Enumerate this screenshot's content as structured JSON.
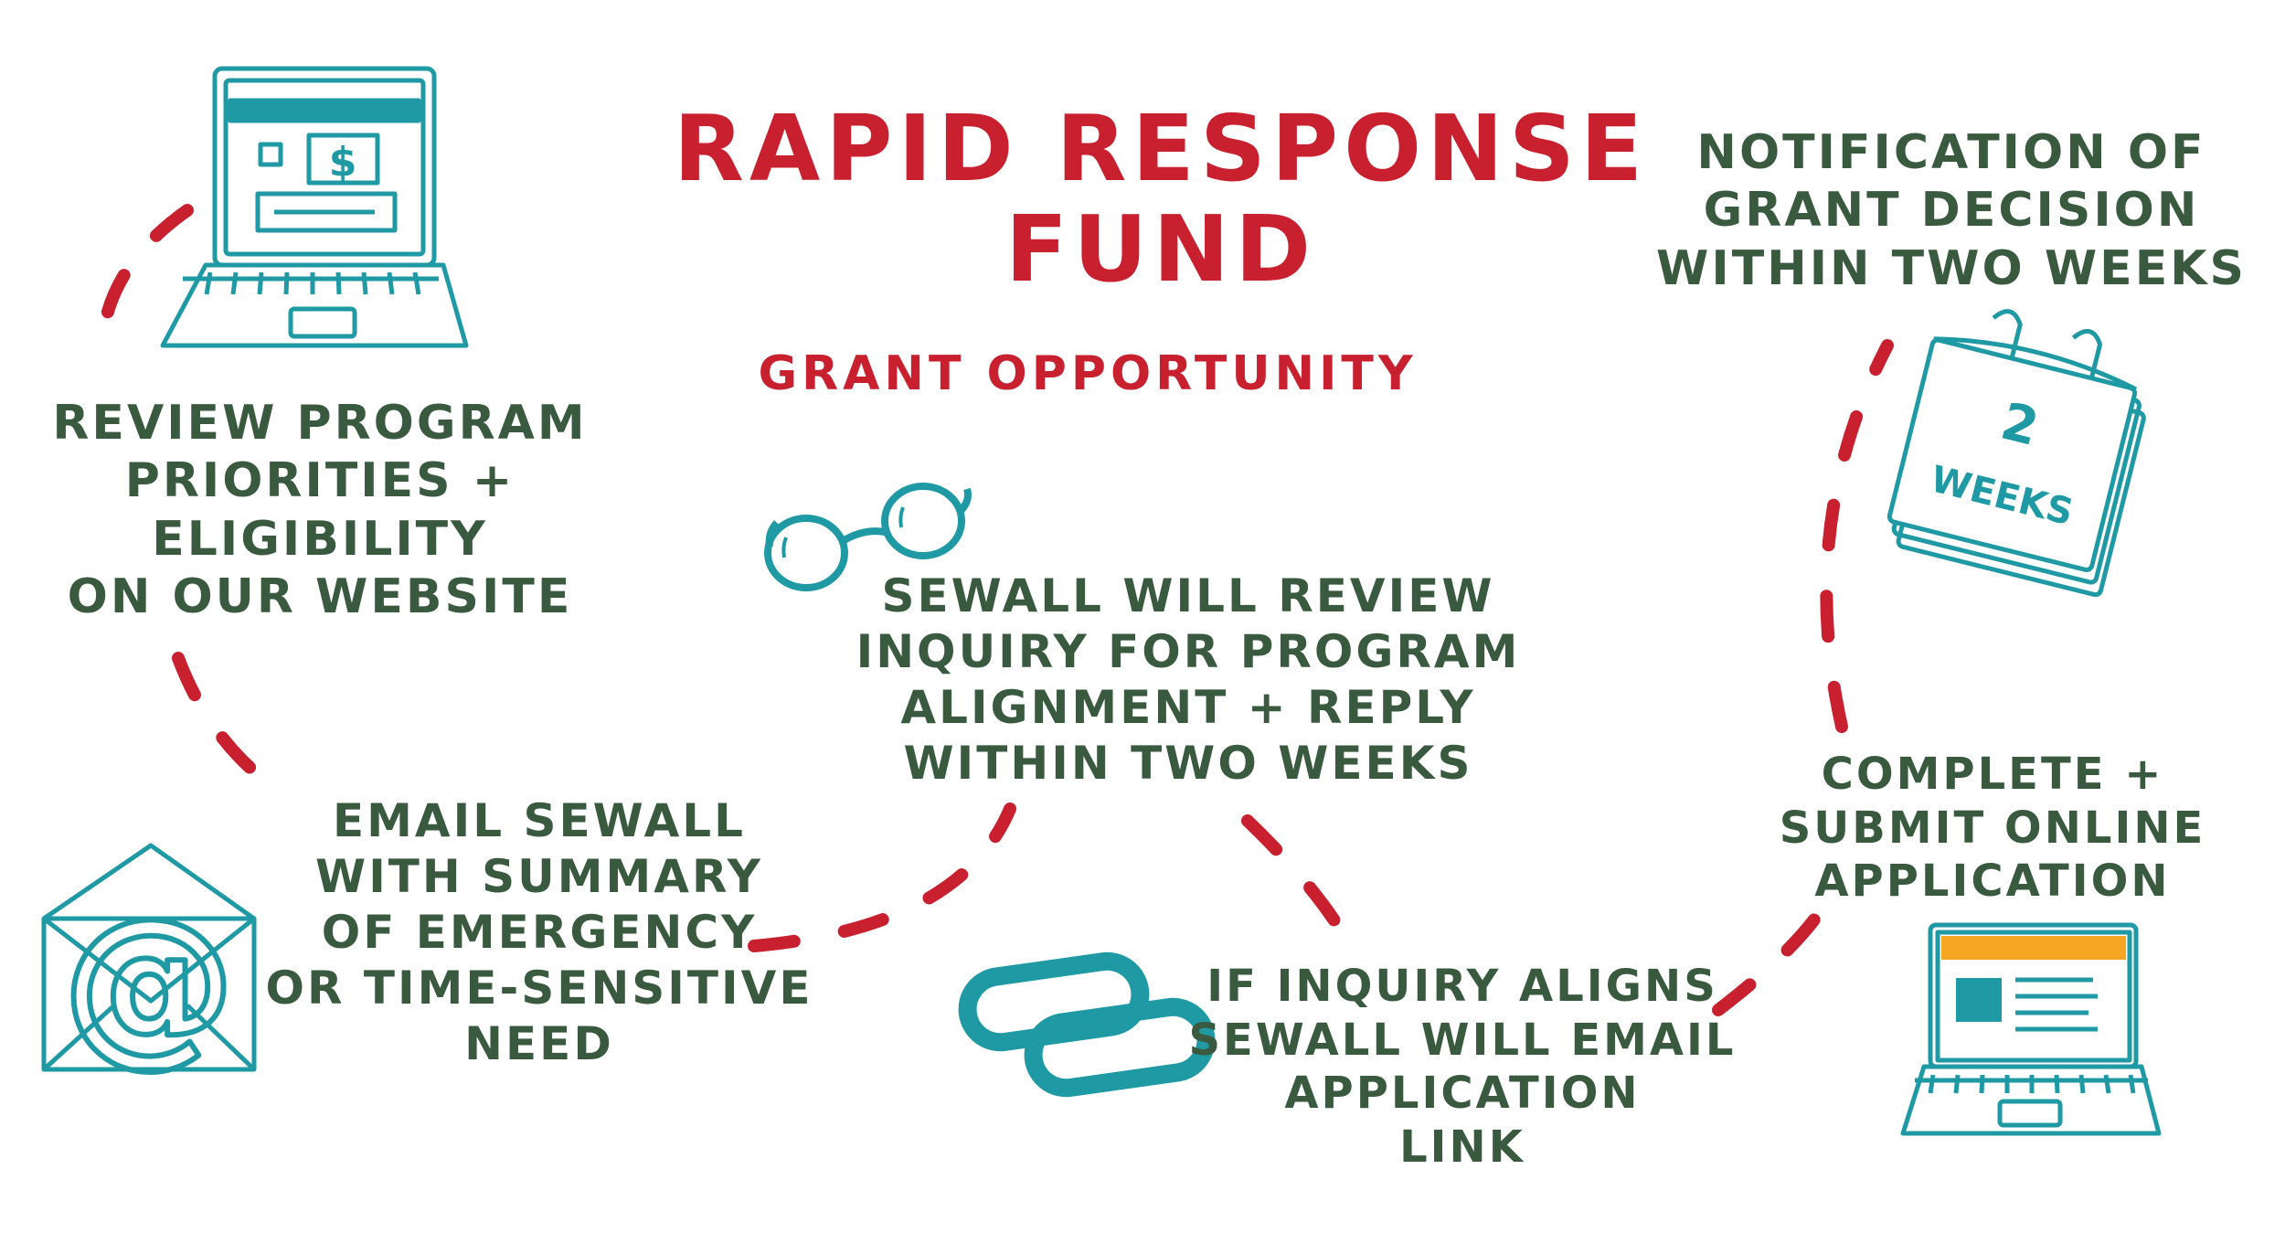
{
  "title": {
    "line1": "RAPID RESPONSE",
    "line2": "FUND"
  },
  "subtitle": "GRANT OPPORTUNITY",
  "steps": {
    "review_program": [
      "REVIEW PROGRAM",
      "PRIORITIES +",
      "ELIGIBILITY",
      "ON OUR WEBSITE"
    ],
    "email_sewall": [
      "EMAIL SEWALL",
      "WITH SUMMARY",
      "OF EMERGENCY",
      "OR TIME-SENSITIVE",
      "NEED"
    ],
    "sewall_review": [
      "SEWALL WILL REVIEW",
      "INQUIRY FOR PROGRAM",
      "ALIGNMENT + REPLY",
      "WITHIN TWO WEEKS"
    ],
    "inquiry_aligns": [
      "IF INQUIRY ALIGNS",
      "SEWALL WILL EMAIL",
      "APPLICATION",
      "LINK"
    ],
    "complete_submit": [
      "COMPLETE +",
      "SUBMIT ONLINE",
      "APPLICATION"
    ],
    "notification": [
      "NOTIFICATION OF",
      "GRANT DECISION",
      "WITHIN TWO WEEKS"
    ]
  },
  "icons": {
    "laptop_dollar": "laptop-with-dollar-icon",
    "dollar_symbol": "$",
    "email": "envelope-at-icon",
    "at_symbol": "@",
    "glasses": "glasses-icon",
    "chain": "chain-link-icon",
    "laptop_application": "laptop-application-icon",
    "calendar": "calendar-icon",
    "calendar_number": "2",
    "calendar_label": "WEEKS"
  },
  "colors": {
    "title_red": "#c8202f",
    "text_green": "#3a5a40",
    "icon_teal": "#1f9aa5",
    "dash_red": "#c8202f",
    "accent_orange": "#f5a623"
  }
}
